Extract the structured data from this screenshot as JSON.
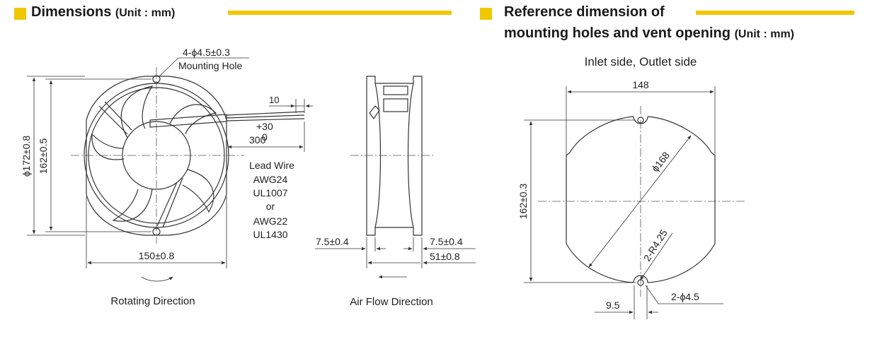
{
  "colors": {
    "accent": "#f0c800",
    "line": "#333333",
    "text": "#222222"
  },
  "headings": {
    "left_title": "Dimensions",
    "left_unit": "(Unit : mm)",
    "right_line1": "Reference dimension of",
    "right_line2": "mounting holes and vent opening",
    "right_unit": "(Unit : mm)"
  },
  "front_view": {
    "hole_label": "4-ϕ4.5±0.3",
    "hole_caption": "Mounting Hole",
    "dim_outer_dia": "ϕ172±0.8",
    "dim_hole_pitch_v": "162±0.5",
    "dim_width": "150±0.8",
    "wire_end": "10",
    "wire_len": "300",
    "wire_tol_plus": "+30",
    "wire_tol_minus": "0",
    "caption": "Rotating Direction"
  },
  "lead_wire": [
    "Lead Wire",
    "AWG24",
    "UL1007",
    "or",
    "AWG22",
    "UL1430"
  ],
  "side_view": {
    "dim_left_flange": "7.5±0.4",
    "dim_right_flange": "7.5±0.4",
    "dim_depth": "51±0.8",
    "caption": "Air Flow Direction"
  },
  "reference_view": {
    "subtitle": "Inlet side, Outlet side",
    "dim_width": "148",
    "dim_height": "162±0.3",
    "dim_diameter": "ϕ168",
    "dim_radius": "2-R4.25",
    "dim_hole": "2-ϕ4.5",
    "dim_offset": "9.5"
  }
}
